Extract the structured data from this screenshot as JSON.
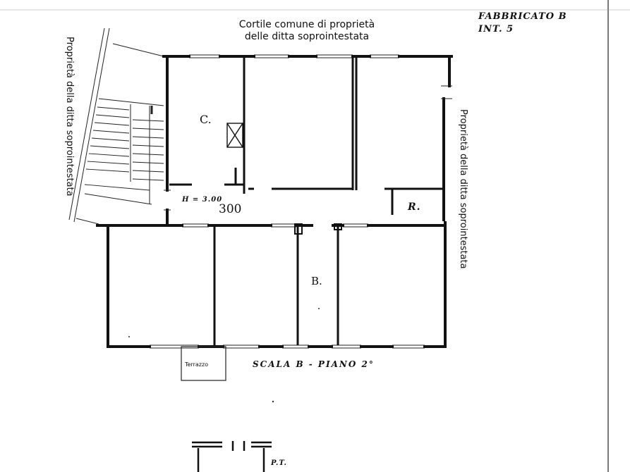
{
  "header": {
    "building": "FABBRICATO B",
    "unit": "INT. 5"
  },
  "courtyard": {
    "line1": "Cortile comune di proprietà",
    "line2": "delle ditta soprointestata"
  },
  "side_left": "Proprietà della ditta soprointestata",
  "side_right": "Proprietà della ditta soprointestata",
  "rooms": {
    "c": "C.",
    "b": "B.",
    "r": "R."
  },
  "height_note": "H = 3.00",
  "height_value": "300",
  "terrace": "Terrazzo",
  "floor_title": "SCALA B - PIANO 2°",
  "ground_floor": "P.T."
}
